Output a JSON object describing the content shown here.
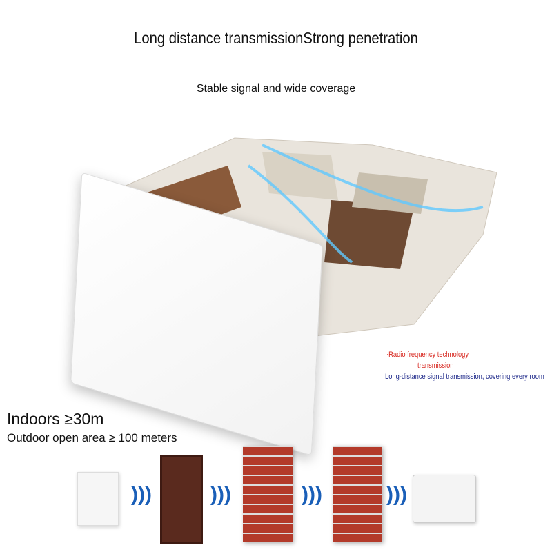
{
  "header": {
    "title": "Long distance transmissionStrong penetration",
    "subtitle": "Stable signal and wide coverage"
  },
  "callout": {
    "line1": "·Radio frequency technology",
    "line2": "transmission",
    "line3": "Long-distance signal transmission, covering every room"
  },
  "range": {
    "indoor": "Indoors ≥30m",
    "outdoor": "Outdoor open area ≥ 100 meters"
  },
  "colors": {
    "red": "#d7261e",
    "navy": "#1f2a8a",
    "signal": "#1a5fb8",
    "brick": "#b33a2a"
  },
  "icons": [
    "wifi-signal-icon"
  ]
}
